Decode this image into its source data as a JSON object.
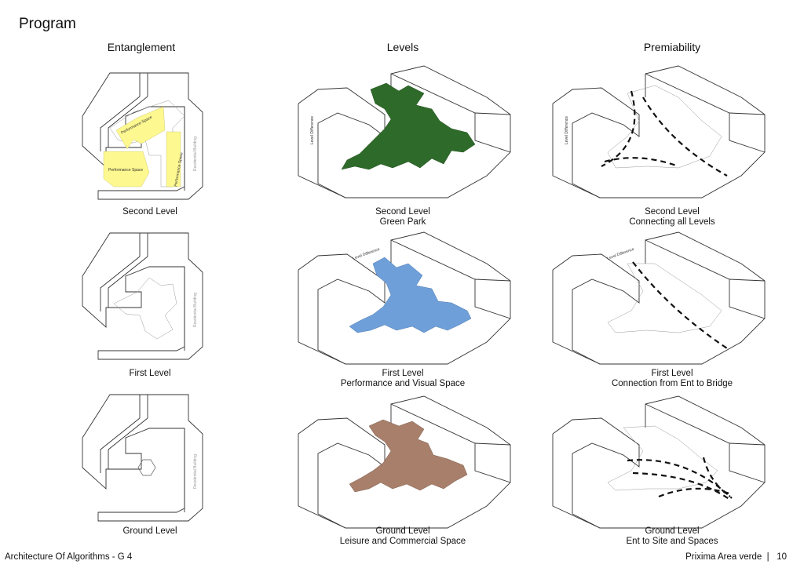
{
  "page": {
    "title": "Program"
  },
  "columns": [
    {
      "heading": "Entanglement"
    },
    {
      "heading": "Levels"
    },
    {
      "heading": "Premiability"
    }
  ],
  "rows": [
    {
      "plan_caption": "Second Level",
      "levels_caption": [
        "Second Level",
        "Green Park"
      ],
      "perm_caption": [
        "Second Level",
        "Connecting all Levels"
      ],
      "fill_color": "#2e6b2a"
    },
    {
      "plan_caption": "First Level",
      "levels_caption": [
        "First Level",
        "Performance and Visual Space"
      ],
      "perm_caption": [
        "First Level",
        "Connection from Ent to Bridge"
      ],
      "fill_color": "#6f9fd8"
    },
    {
      "plan_caption": "Ground Level",
      "levels_caption": [
        "Ground Level",
        "Leisure and Commercial Space"
      ],
      "perm_caption": [
        "Ground Level",
        "Ent to Site and Spaces"
      ],
      "fill_color": "#a87f6b"
    }
  ],
  "plan_labels": {
    "performance_space": "Performance Space",
    "residential_building": "Residential Building",
    "highlight_color": "#fdf88f"
  },
  "iso_labels": {
    "level_difference": "Level Difference"
  },
  "footer": {
    "left": "Architecture Of Algorithms - G 4",
    "right": "Prixima Area verde  |   10"
  }
}
